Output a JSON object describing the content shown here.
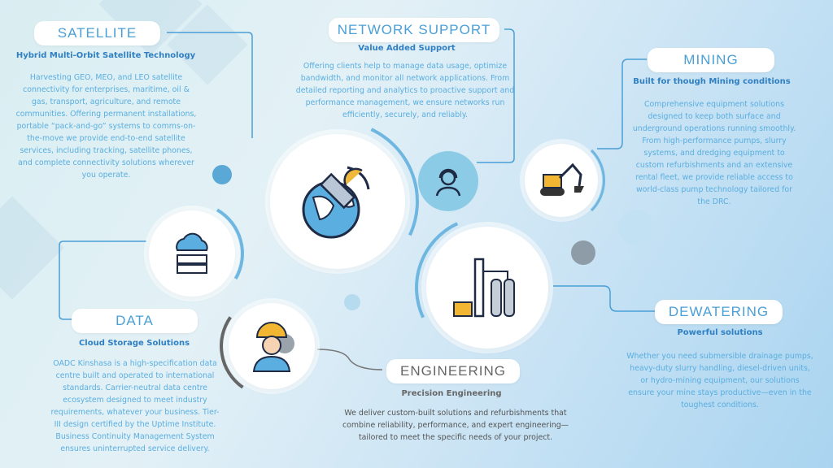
{
  "sections": {
    "satellite": {
      "title": "SATELLITE",
      "subtitle": "Hybrid Multi-Orbit Satellite Technology",
      "body": "Harvesting GEO, MEO, and LEO satellite connectivity for enterprises, maritime, oil & gas, transport, agriculture, and remote communities. Offering permanent installations, portable “pack-and-go” systems to comms-on-the-move we provide end-to-end satellite services, including tracking, satellite phones, and complete connectivity solutions wherever you operate."
    },
    "network": {
      "title": "NETWORK SUPPORT",
      "subtitle": "Value Added Support",
      "body": "Offering clients help to manage data usage, optimize bandwidth, and monitor all network applications. From detailed reporting and analytics to proactive support and performance management, we ensure networks run efficiently, securely, and reliably."
    },
    "mining": {
      "title": "MINING",
      "subtitle": "Built for though Mining conditions",
      "body": "Comprehensive equipment solutions designed to keep both surface and underground operations running smoothly. From high-performance pumps, slurry systems, and dredging equipment to custom refurbishments and an extensive rental fleet, we provide reliable access to world-class pump technology tailored for the DRC."
    },
    "data": {
      "title": "DATA",
      "subtitle": "Cloud Storage Solutions",
      "body": "OADC Kinshasa is a high-specification data centre built and operated to international standards. Carrier-neutral data centre ecosystem designed to meet industry requirements, whatever your business. Tier-III design certified by the Uptime Institute. Business Continuity Management System ensures uninterrupted service delivery."
    },
    "engineering": {
      "title": "ENGINEERING",
      "subtitle": "Precision Engineering",
      "body": "We deliver custom-built solutions and refurbishments that combine reliability, performance, and expert engineering—tailored to meet the specific needs of your project."
    },
    "dewatering": {
      "title": "DEWATERING",
      "subtitle": "Powerful solutions",
      "body": "Whether you need submersible drainage pumps, heavy-duty slurry handling, diesel-driven units, or hydro-mining equipment, our solutions ensure your mine stays productive—even in the toughest conditions."
    }
  },
  "colors": {
    "accent": "#4a9fd6",
    "subtitle": "#2f7fc2",
    "engineering": "#666666"
  }
}
